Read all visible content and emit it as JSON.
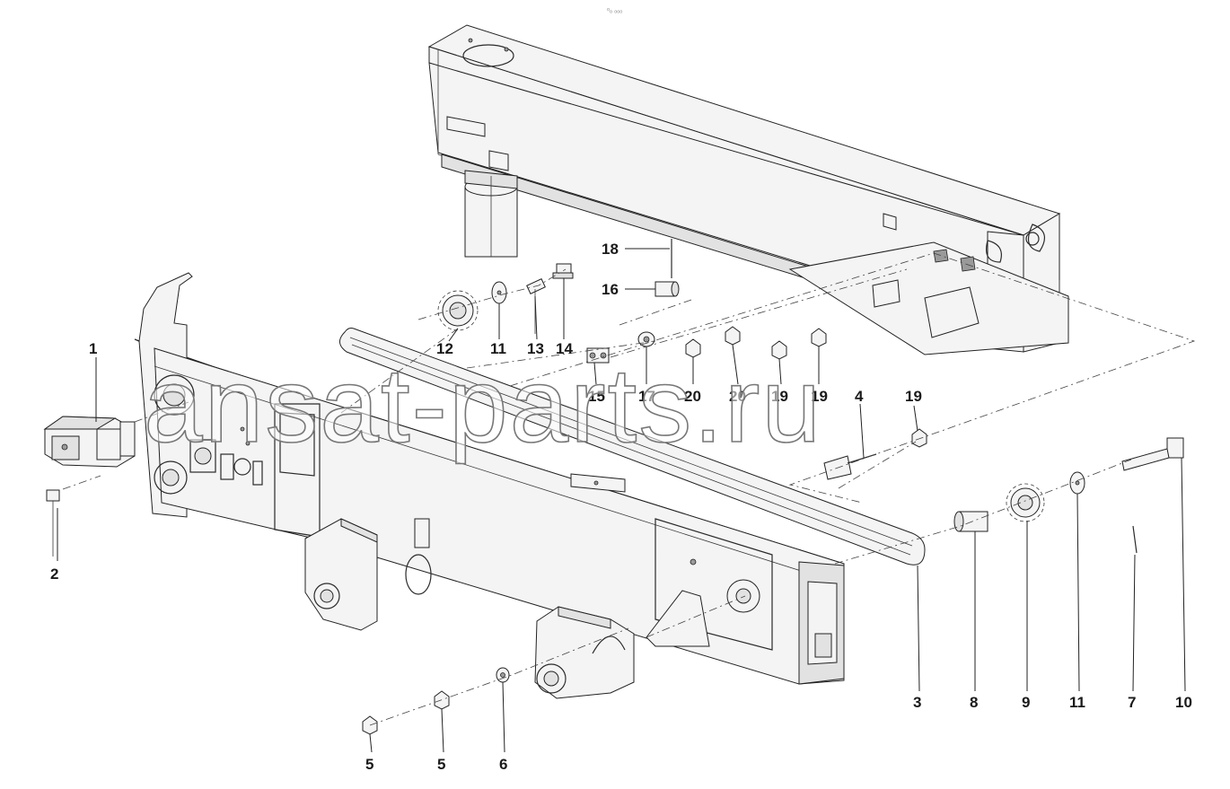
{
  "header_mark": "ᵒₒ ₒₒₒ",
  "watermark": "ansat-parts.ru",
  "callouts": [
    "1",
    "2",
    "3",
    "4",
    "5",
    "5",
    "6",
    "7",
    "8",
    "9",
    "10",
    "11",
    "11",
    "12",
    "13",
    "14",
    "15",
    "16",
    "17",
    "18",
    "19",
    "19",
    "19",
    "20",
    "20"
  ],
  "colors": {
    "line": "#2a2a2a",
    "background": "#ffffff",
    "watermark_outline": "#777777"
  }
}
